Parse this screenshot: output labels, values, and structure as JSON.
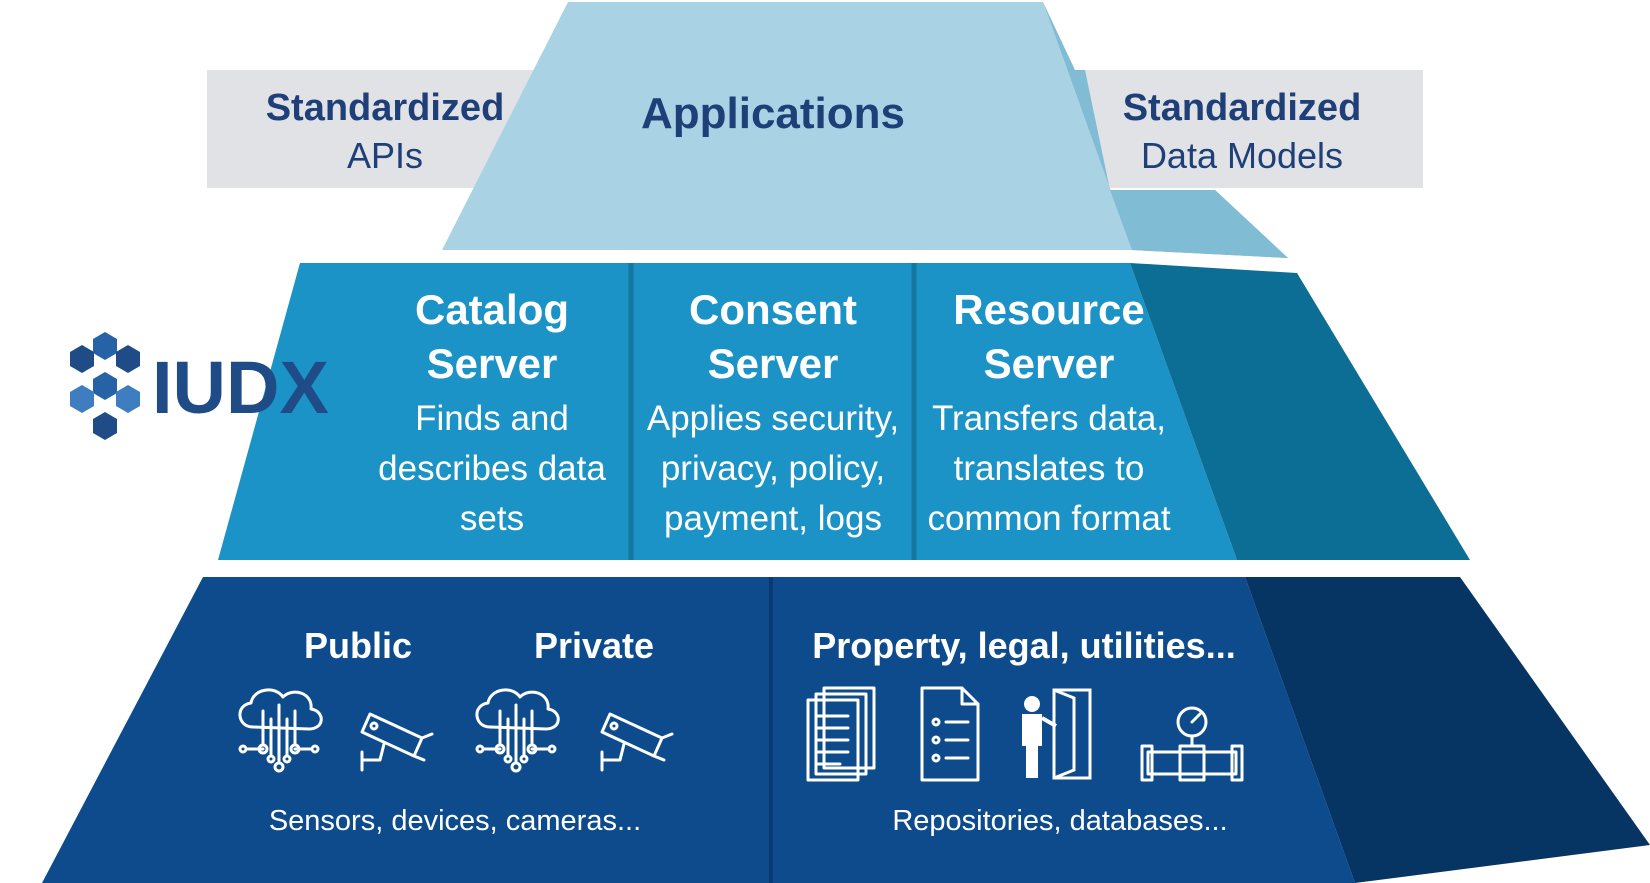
{
  "logo": {
    "text": "IUDX"
  },
  "top": {
    "left_tag": {
      "bold": "Standardized",
      "regular": "APIs"
    },
    "center": "Applications",
    "right_tag": {
      "bold": "Standardized",
      "regular": "Data Models"
    }
  },
  "middle": {
    "catalog": {
      "title_line1": "Catalog",
      "title_line2": "Server",
      "desc": [
        "Finds and",
        "describes data",
        "sets"
      ]
    },
    "consent": {
      "title_line1": "Consent",
      "title_line2": "Server",
      "desc": [
        "Applies security,",
        "privacy, policy,",
        "payment, logs"
      ]
    },
    "resource": {
      "title_line1": "Resource",
      "title_line2": "Server",
      "desc": [
        "Transfers data,",
        "translates to",
        "common format"
      ]
    }
  },
  "bottom": {
    "public": "Public",
    "private": "Private",
    "left_caption": "Sensors, devices, cameras...",
    "right_title": "Property, legal, utilities...",
    "right_caption": "Repositories, databases...",
    "icons": [
      "cloud-network-icon",
      "security-camera-icon",
      "document-stack-icon",
      "checklist-icon",
      "person-door-icon",
      "pipe-gauge-icon"
    ]
  },
  "colors": {
    "top_tier": "#a9d3e4",
    "top_tier_side": "#80bcd3",
    "middle_tier": "#1b93c6",
    "middle_tier_side": "#0c6d95",
    "bottom_tier": "#0d4b8c",
    "bottom_tier_side": "#063463",
    "tag_bg": "#e0e2e5",
    "text_dark": "#1e3f78"
  }
}
